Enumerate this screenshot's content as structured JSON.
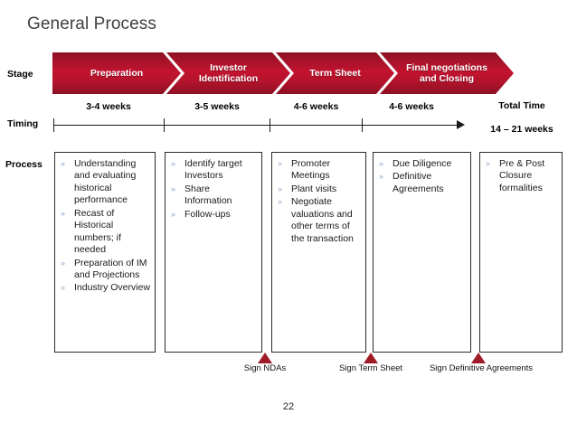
{
  "slide": {
    "title": "General Process",
    "page_number": "22"
  },
  "row_labels": {
    "stage": "Stage",
    "timing": "Timing",
    "process": "Process"
  },
  "colors": {
    "chevron_dark": "#8d1123",
    "chevron_bright": "#c3132f",
    "marker_red": "#9e1b27",
    "bullet_blue": "#8fa8c8",
    "title_gray": "#3f3f3f"
  },
  "stages": [
    {
      "label": "Preparation"
    },
    {
      "label": "Investor\nIdentification"
    },
    {
      "label": "Term Sheet"
    },
    {
      "label": "Final negotiations\nand Closing"
    }
  ],
  "timing": {
    "durations": [
      "3-4 weeks",
      "3-5 weeks",
      "4-6 weeks",
      "4-6 weeks"
    ],
    "total_label": "Total Time",
    "total_value": "14 – 21 weeks"
  },
  "process_columns": [
    {
      "items": [
        "Understanding and evaluating historical performance",
        "Recast of Historical numbers; if needed",
        "Preparation of IM and Projections",
        "Industry Overview"
      ]
    },
    {
      "items": [
        "Identify target Investors",
        "Share Information",
        "Follow-ups"
      ]
    },
    {
      "items": [
        "Promoter Meetings",
        "Plant visits",
        "Negotiate valuations and other terms of the transaction"
      ]
    },
    {
      "items": [
        "Due Diligence",
        "Definitive Agreements"
      ]
    },
    {
      "items": [
        "Pre & Post Closure formalities"
      ]
    }
  ],
  "milestones": [
    {
      "label": "Sign NDAs"
    },
    {
      "label": "Sign Term Sheet"
    },
    {
      "label": "Sign Definitive Agreements"
    }
  ],
  "icons": {
    "bullet": "»",
    "axis_arrow": "arrow-right-icon",
    "marker": "triangle-up-icon"
  }
}
